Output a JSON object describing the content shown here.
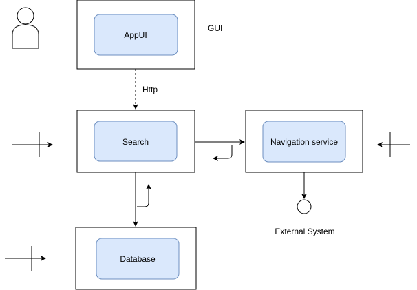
{
  "labels": {
    "gui": "GUI",
    "http": "Http",
    "external_system": "External System"
  },
  "components": {
    "app_ui": "AppUI",
    "search": "Search",
    "navigation": "Navigation service",
    "database": "Database"
  },
  "colors": {
    "inner_fill": "#dae8fc",
    "inner_stroke": "#6c8ebf",
    "line": "#000000",
    "background": "#ffffff"
  },
  "icons": [
    "actor-icon",
    "external-interface-icon"
  ]
}
